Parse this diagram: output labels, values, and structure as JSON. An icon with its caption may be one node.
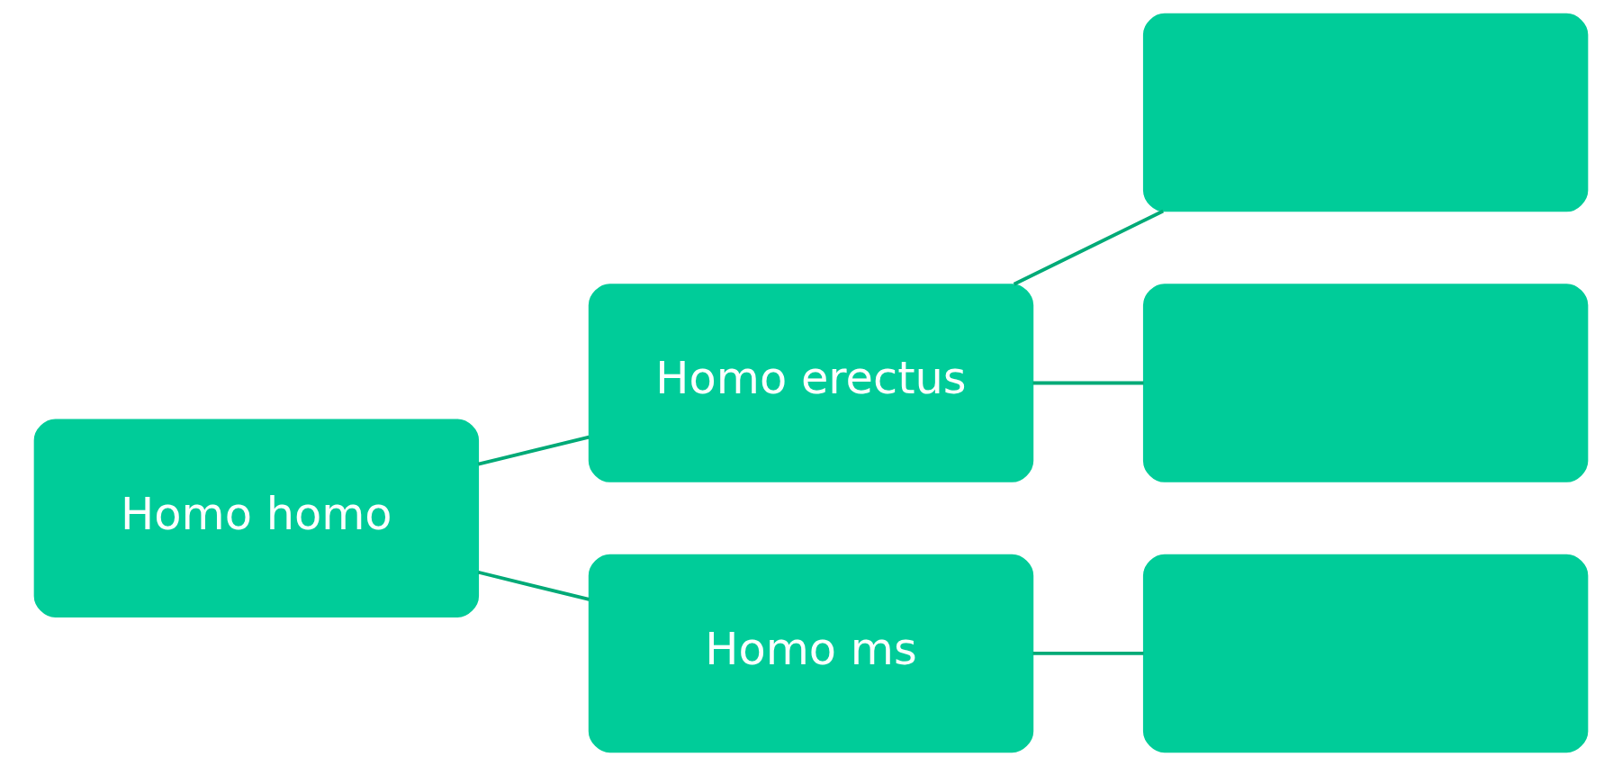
{
  "diagram": {
    "nodes": [
      {
        "text": [
          "Homo homo"
        ]
      },
      {
        "text": [
          "Homo erectus"
        ]
      },
      {
        "text": [
          "Homo ms"
        ]
      },
      {
        "text": [],
        "shape": "box"
      },
      {
        "text": [],
        "shape": "box"
      },
      {
        "text": [],
        "shape": "box"
      }
    ],
    "edges": [
      {
        "from": 0,
        "to": 1,
        "arrow": "none"
      },
      {
        "from": 0,
        "to": 2,
        "arrow": "none"
      },
      {
        "from": 1,
        "to": 3,
        "arrow": "none"
      },
      {
        "from": 1,
        "to": 4,
        "arrow": "none"
      },
      {
        "from": 2,
        "to": 5,
        "arrow": "none"
      }
    ]
  }
}
